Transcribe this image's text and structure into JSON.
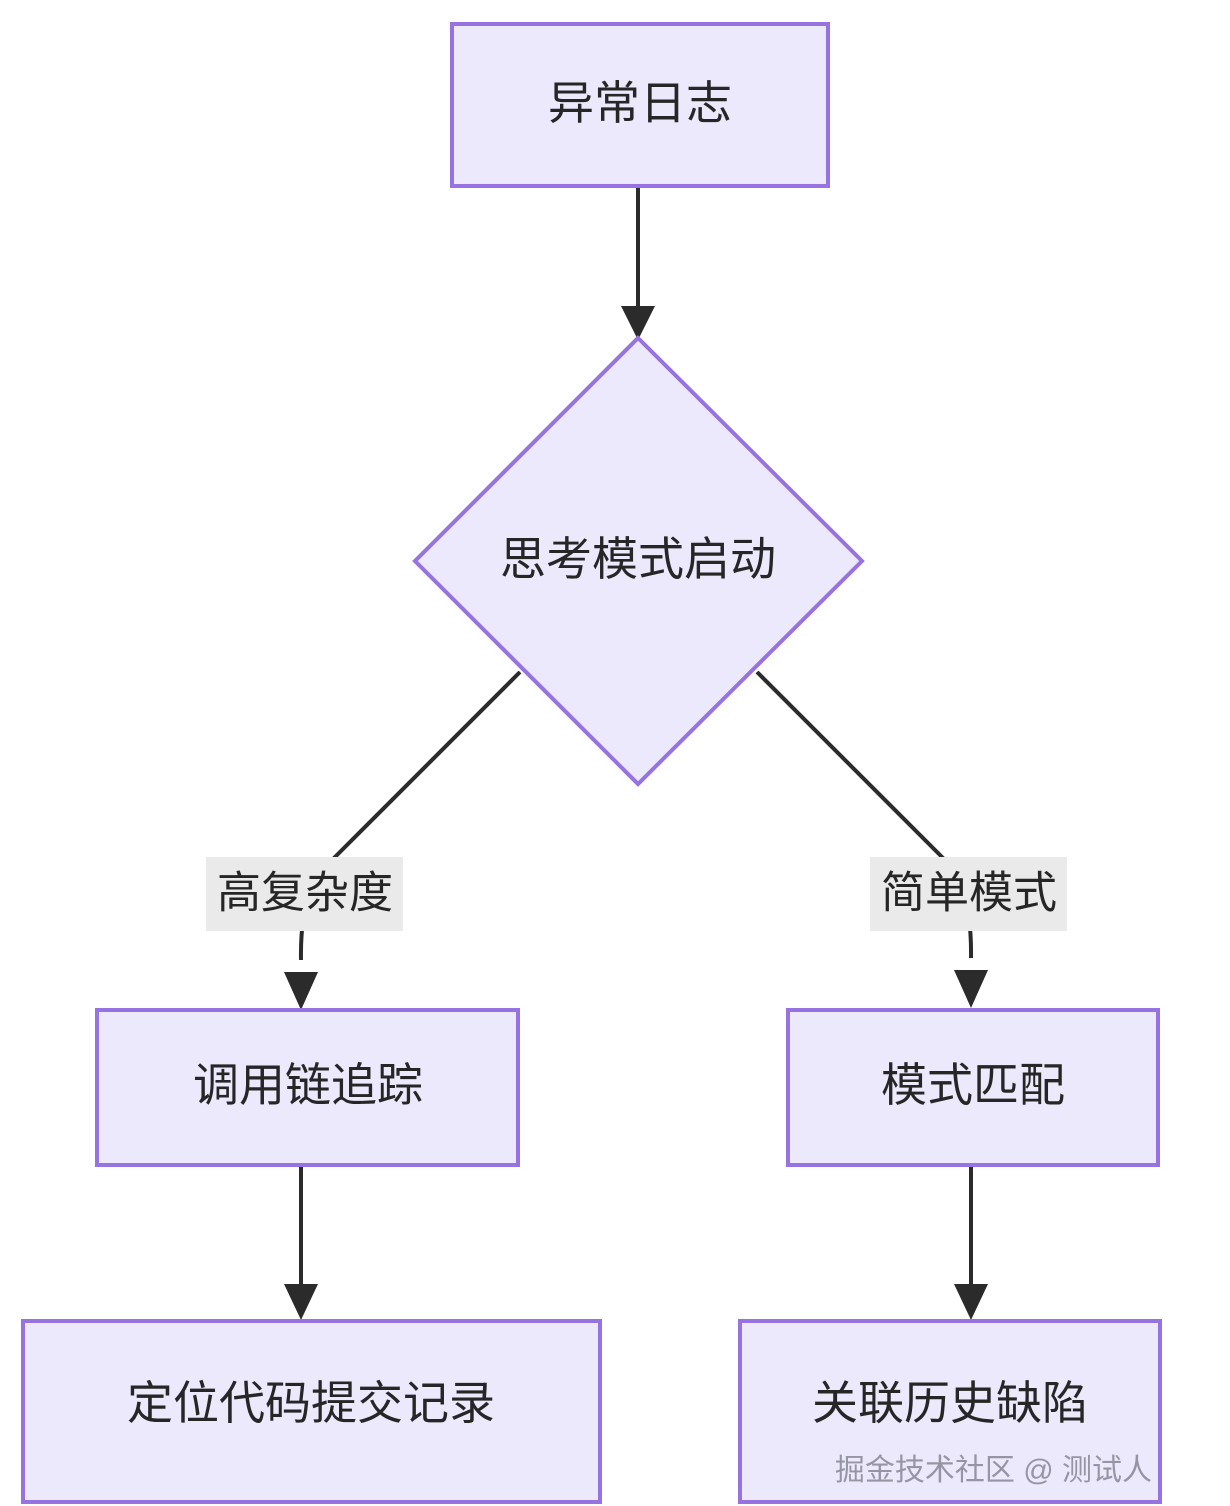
{
  "diagram": {
    "type": "flowchart",
    "direction": "top-down",
    "theme": {
      "node_fill": "#ece9fc",
      "node_border": "#9673e0",
      "edge_color": "#2b2b2b",
      "edge_label_background": "#eaeaea",
      "text_color": "#262626",
      "canvas_background": "#ffffff"
    },
    "nodes": [
      {
        "id": "n1",
        "label": "异常日志",
        "shape": "rect"
      },
      {
        "id": "n2",
        "label": "思考模式启动",
        "shape": "diamond"
      },
      {
        "id": "n3",
        "label": "调用链追踪",
        "shape": "rect"
      },
      {
        "id": "n4",
        "label": "模式匹配",
        "shape": "rect"
      },
      {
        "id": "n5",
        "label": "定位代码提交记录",
        "shape": "rect"
      },
      {
        "id": "n6",
        "label": "关联历史缺陷",
        "shape": "rect"
      }
    ],
    "edges": [
      {
        "from": "n1",
        "to": "n2",
        "label": ""
      },
      {
        "from": "n2",
        "to": "n3",
        "label": "高复杂度"
      },
      {
        "from": "n2",
        "to": "n4",
        "label": "简单模式"
      },
      {
        "from": "n3",
        "to": "n5",
        "label": ""
      },
      {
        "from": "n4",
        "to": "n6",
        "label": ""
      }
    ]
  },
  "watermark": {
    "text": "掘金技术社区 @ 测试人"
  }
}
